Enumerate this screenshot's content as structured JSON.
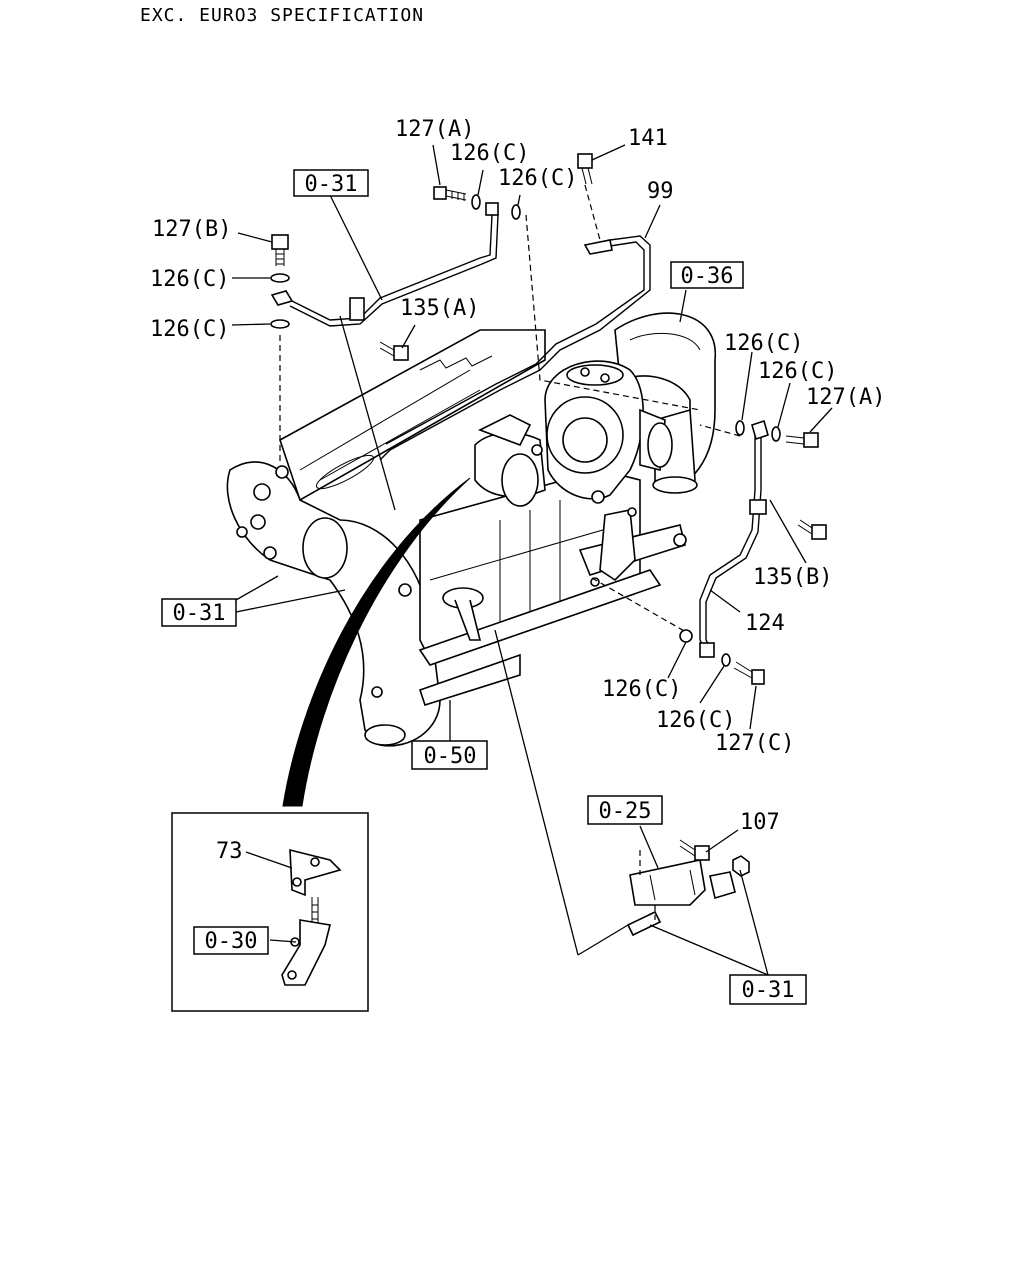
{
  "header": {
    "title": "EXC. EURO3 SPECIFICATION"
  },
  "refs": {
    "r_031_top": "0-31",
    "r_036": "0-36",
    "r_031_left": "0-31",
    "r_050": "0-50",
    "r_025": "0-25",
    "r_031_bottom": "0-31",
    "r_030": "0-30"
  },
  "callouts": {
    "c_127a_top": "127(A)",
    "c_126c_top1": "126(C)",
    "c_126c_top2": "126(C)",
    "c_141": "141",
    "c_99": "99",
    "c_127b": "127(B)",
    "c_126c_left1": "126(C)",
    "c_126c_left2": "126(C)",
    "c_135a": "135(A)",
    "c_126c_right1": "126(C)",
    "c_126c_right2": "126(C)",
    "c_127a_right": "127(A)",
    "c_135b": "135(B)",
    "c_124": "124",
    "c_126c_low1": "126(C)",
    "c_126c_low2": "126(C)",
    "c_127c": "127(C)",
    "c_107": "107",
    "c_73": "73"
  }
}
